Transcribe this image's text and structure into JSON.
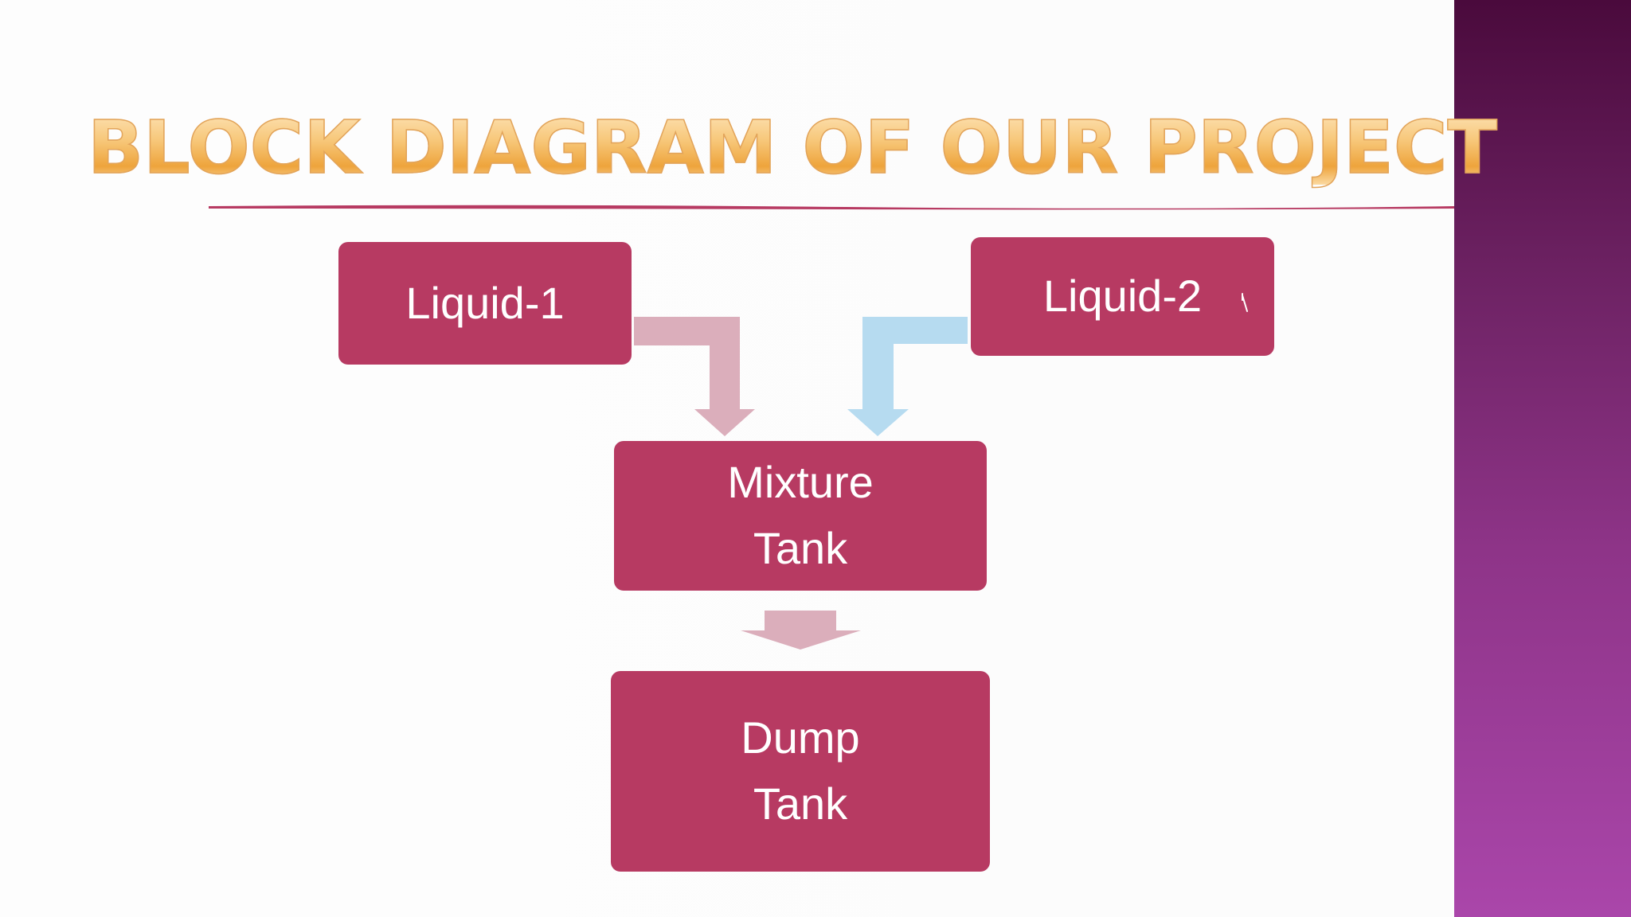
{
  "slide": {
    "title": "BLOCK DIAGRAM OF OUR PROJECT"
  },
  "diagram": {
    "liquid1": "Liquid-1",
    "liquid2": "Liquid-2",
    "mixture_line1": "Mixture",
    "mixture_line2": "Tank",
    "dump_line1": "Dump",
    "dump_line2": "Tank"
  },
  "colors": {
    "box_fill": "#b73a62",
    "arrow_pink": "#dbaebb",
    "arrow_blue": "#b6dbf0",
    "title_gold": "#f4bd62",
    "accent_purple": "#8e3488"
  }
}
